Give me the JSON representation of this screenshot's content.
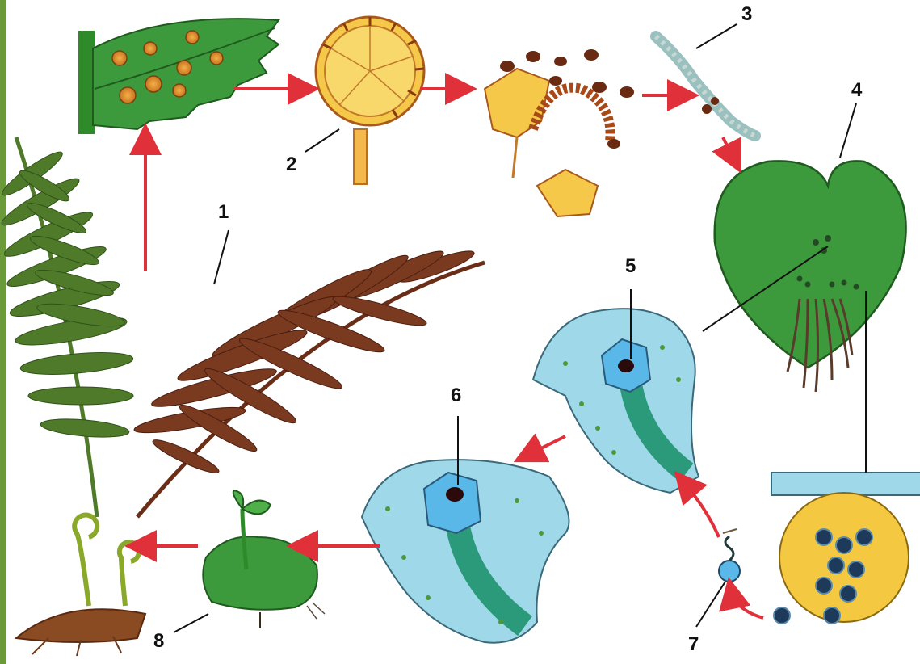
{
  "diagram": {
    "labels": [
      "1",
      "2",
      "3",
      "4",
      "5",
      "6",
      "7",
      "8"
    ]
  },
  "colors": {
    "arrow": "#e0303a",
    "leaf_green": "#3c9a3c",
    "frond_brown": "#7a3a20",
    "frond_green": "#4f7a2a",
    "sorus": "#e08a2a",
    "cell_blue": "#9fd8e8",
    "egg": "#5ab8e8",
    "yellow": "#f5c842"
  }
}
